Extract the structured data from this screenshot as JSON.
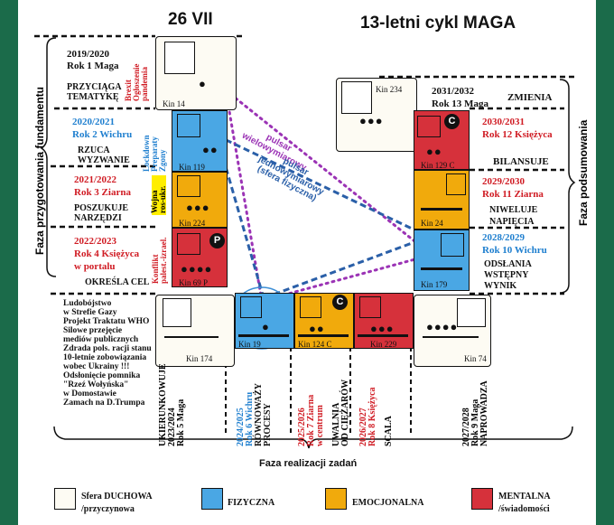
{
  "title_left": "26 VII",
  "title_right": "13-letni cykl MAGA",
  "phase_labels": {
    "left": "Faza przygotowania fundamentu",
    "right": "Faza podsumowania",
    "bottom": "Faza realizacji zadań"
  },
  "pulsars": {
    "multi": "pulsar wielowymiarowy",
    "one_line1": "pulsar",
    "one_line2": "jednowymiarowy",
    "one_line3": "(sfera fizyczna)"
  },
  "years": [
    {
      "line1": "2019/2020",
      "line2": "Rok 1 Maga",
      "task": "PRZYCIĄGA TEMATYKĘ",
      "note": "Brexit Ogłoszenie pandemia",
      "kin": "Kin 14"
    },
    {
      "line1": "2020/2021",
      "line2": "Rok 2 Wichru",
      "task": "RZUCA WYZWANIE",
      "note": "Lockdown Preparaty Zgony",
      "kin": "Kin 119"
    },
    {
      "line1": "2021/2022",
      "line2": "Rok 3 Ziarna",
      "task": "POSZUKUJE NARZĘDZI",
      "note": "Wojna ros-ukr.",
      "kin": "Kin 224"
    },
    {
      "line1": "2022/2023",
      "line2": "Rok 4 Księżyca",
      "line3": "w portalu",
      "task": "OKREŚLA CEL",
      "note": "Konflikt palest.-izrael.",
      "kin": "Kin 69 P",
      "badge": "P"
    },
    {
      "line1": "2023/2024",
      "line2": "Rok 5 Maga",
      "task": "UKIERUNKOWUJE",
      "kin": "Kin 174"
    },
    {
      "line1": "2024/2025",
      "line2": "Rok 6 Wichru",
      "task1": "RÓWNOWAŻY",
      "task2": "PROCESY",
      "kin": "Kin 19"
    },
    {
      "line1": "2025/2026",
      "line2": "Rok 7 Ziarna",
      "line3": "w centrum",
      "task1": "UWALNIA",
      "task2": "OD CIĘŻARÓW",
      "kin": "Kin 124 C",
      "badge": "C"
    },
    {
      "line1": "2026/2027",
      "line2": "Rok 8 Księżyca",
      "task": "SCALA",
      "kin": "Kin 229"
    },
    {
      "line1": "2027/2028",
      "line2": "Rok 9 Maga",
      "task": "NAPROWADZA",
      "kin": "Kin 74"
    },
    {
      "line1": "2028/2029",
      "line2": "Rok 10 Wichru",
      "task": "ODSŁANIA WSTĘPNY WYNIK",
      "task_l1": "ODSŁANIA",
      "task_l2": "WSTĘPNY",
      "task_l3": "WYNIK",
      "kin": "Kin 179"
    },
    {
      "line1": "2029/2030",
      "line2": "Rok 11 Ziarna",
      "task_l1": "NIWELUJE",
      "task_l2": "NAPIĘCIA",
      "kin": "Kin 24"
    },
    {
      "line1": "2030/2031",
      "line2": "Rok 12 Księżyca",
      "task": "BILANSUJE",
      "kin": "Kin 129 C",
      "badge": "C"
    },
    {
      "line1": "2031/2032",
      "line2": "Rok 13 Maga",
      "task": "ZMIENIA",
      "kin": "Kin 234"
    }
  ],
  "events": [
    "Ludobójstwo",
    "w Strefie Gazy",
    "Projekt Traktatu WHO",
    "Silowe przejęcie",
    "mediów publicznych",
    "Zdrada pols. racji stanu",
    "10-letnie zobowiązania",
    "wobec Ukrainy !!!",
    "Odsłonięcie pomnika",
    "\"Rzeź Wołyńska\"",
    "w Domostawie",
    "Zamach na D.Trumpa"
  ],
  "legend": [
    {
      "label1": "Sfera DUCHOWA",
      "label2": "/przyczynowa",
      "color": "#fdfbf3"
    },
    {
      "label1": "FIZYCZNA",
      "label2": "",
      "color": "#4aa7e4"
    },
    {
      "label1": "EMOCJONALNA",
      "label2": "",
      "color": "#f1aa0c"
    },
    {
      "label1": "MENTALNA",
      "label2": "/świadomości",
      "color": "#d6313b"
    }
  ]
}
